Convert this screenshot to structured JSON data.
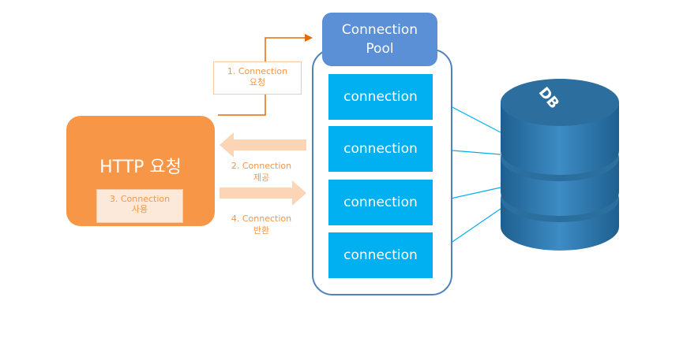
{
  "http_request": {
    "title": "HTTP 요청",
    "use_label": "3. Connection\n사용"
  },
  "steps": {
    "request": "1. Connection\n요청",
    "provide": "2. Connection\n제공",
    "return": "4. Connection\n반환"
  },
  "pool": {
    "label": "Connection\nPool",
    "connections": [
      "connection",
      "connection",
      "connection",
      "connection"
    ]
  },
  "database": {
    "label": "DB"
  },
  "colors": {
    "orange": "#f79646",
    "light_orange": "#fbd5b5",
    "pool_blue": "#5b8fd6",
    "connection_blue": "#00b0f0",
    "db_blue": "#2c6f9f"
  }
}
